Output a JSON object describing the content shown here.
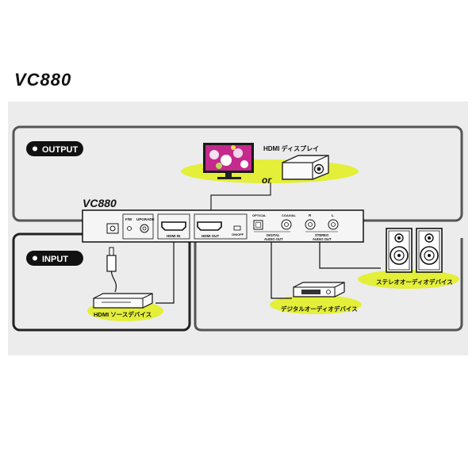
{
  "title": "VC880",
  "device_label": "VC880",
  "output_label": "OUTPUT",
  "input_label": "INPUT",
  "or_label": "or",
  "hdmi_display_label": "HDMI ディスプレイ",
  "hdmi_source_label": "HDMI ソースデバイス",
  "digital_audio_device_label": "デジタルオーディオデバイス",
  "stereo_audio_device_label": "ステレオオーディオデバイス",
  "ports": {
    "fw": "F/W",
    "upgrade": "UPGRADE",
    "hdmi_in": "HDMI IN",
    "hdmi_out": "HDMI OUT",
    "onoff": "ON/OFF",
    "optical": "OPTICAL",
    "coaxial": "COAXIAL",
    "digital_audio_out_1": "DIGITAL",
    "digital_audio_out_2": "AUDIO OUT",
    "r": "R",
    "l": "L",
    "stereo_audio_out_1": "STEREO",
    "stereo_audio_out_2": "AUDIO OUT"
  },
  "colors": {
    "highlight": "#e3ef38",
    "frame": "#555555",
    "badge": "#111111"
  }
}
